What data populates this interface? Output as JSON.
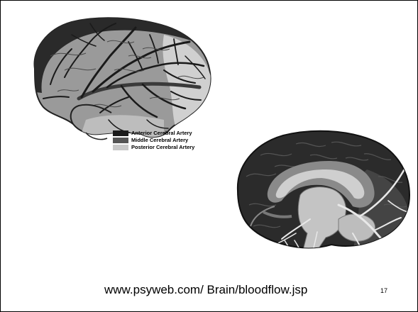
{
  "legend": {
    "items": [
      {
        "label": "Anterior Cerebral Artery",
        "color": "#1a1a1a"
      },
      {
        "label": "Middle Cerebral Artery",
        "color": "#555555"
      },
      {
        "label": "Posterior Cerebral Artery",
        "color": "#c8c8c8"
      }
    ]
  },
  "footer": {
    "source_url": "www.psyweb.com/ Brain/bloodflow.jsp",
    "page_number": "17"
  },
  "images": {
    "lateral": "lateral-brain-arteries-illustration",
    "medial": "medial-brain-arteries-illustration"
  }
}
